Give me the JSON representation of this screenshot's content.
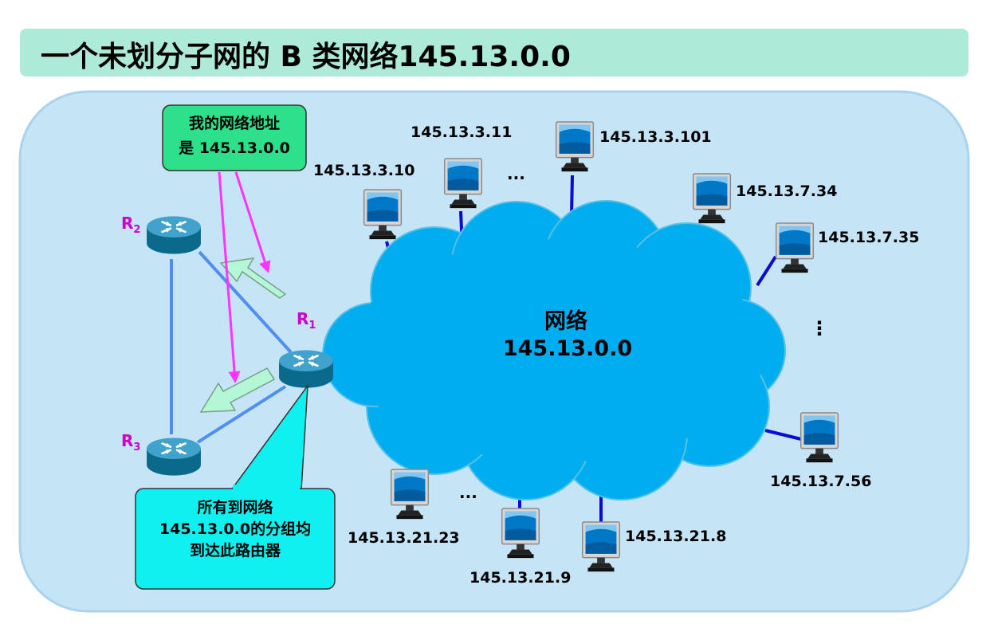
{
  "title": "一个未划分子网的 B 类网络145.13.0.0",
  "colors": {
    "title_bg": "#aeead8",
    "panel_bg": "#c5e4f6",
    "cloud": "#00adef",
    "callout_green": "#2de08a",
    "callout_cyan": "#0ff0f0",
    "router_label": "#cc00cc",
    "arrow_magenta": "#ff33ff",
    "block_arrow": "#b4f7d6",
    "line_blue": "#0a0ad2",
    "link_blue": "#4f8ff0"
  },
  "cloud": {
    "line1": "网络",
    "line2": "145.13.0.0"
  },
  "callout_top": {
    "line1": "我的网络地址",
    "line2": "是 145.13.0.0"
  },
  "callout_bottom": {
    "line1": "所有到网络",
    "line2": "145.13.0.0的分组均",
    "line3": "到达此路由器"
  },
  "routers": [
    {
      "id": "R1",
      "letter": "R",
      "sub": "1"
    },
    {
      "id": "R2",
      "letter": "R",
      "sub": "2"
    },
    {
      "id": "R3",
      "letter": "R",
      "sub": "3"
    }
  ],
  "hosts": [
    {
      "label": "145.13.3.10"
    },
    {
      "label": "145.13.3.11"
    },
    {
      "label": "145.13.3.101"
    },
    {
      "label": "145.13.7.34"
    },
    {
      "label": "145.13.7.35"
    },
    {
      "label": "145.13.7.56"
    },
    {
      "label": "145.13.21.8"
    },
    {
      "label": "145.13.21.9"
    },
    {
      "label": "145.13.21.23"
    }
  ],
  "ellipses": {
    "top": "...",
    "bottom": "...",
    "right": "⋮"
  },
  "icons": [
    "router-icon",
    "computer-icon",
    "cloud-icon",
    "arrow-icon"
  ]
}
